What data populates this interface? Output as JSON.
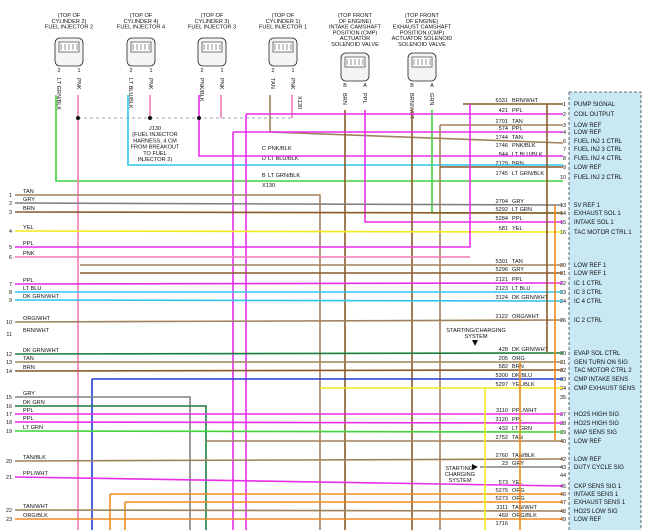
{
  "components": [
    {
      "id": "inj2",
      "lines": [
        "(TOP OF",
        "CYLINDER 2)",
        "FUEL INJECTOR 2"
      ],
      "pins": [
        "2",
        "1"
      ],
      "wires": [
        "LT GRN/BLK",
        "PNK"
      ]
    },
    {
      "id": "inj4",
      "lines": [
        "(TOP OF",
        "CYLINDER 4)",
        "FUEL INJECTOR 4"
      ],
      "pins": [
        "2",
        "1"
      ],
      "wires": [
        "LT BLU/BLK",
        "PNK"
      ]
    },
    {
      "id": "inj3",
      "lines": [
        "(TOP OF",
        "CYLINDER 3)",
        "FUEL INJECTOR 3"
      ],
      "pins": [
        "2",
        "1"
      ],
      "wires": [
        "PNK/BLK",
        "PNK"
      ]
    },
    {
      "id": "inj1",
      "lines": [
        "(TOP OF",
        "CYLINDER 1)",
        "FUEL INJECTOR 1"
      ],
      "pins": [
        "2",
        "1"
      ],
      "wires": [
        "TAN",
        "PNK"
      ]
    },
    {
      "id": "intake_cmp",
      "lines": [
        "(TOP FRONT",
        "OF ENGINE)",
        "INTAKE CAMSHAFT",
        "POSITION (CMP)",
        "ACTUATOR",
        "SOLENOID VALVE"
      ],
      "pins": [
        "B",
        "A"
      ],
      "wires": [
        "BRN",
        "PPL"
      ]
    },
    {
      "id": "exhaust_cmp",
      "lines": [
        "(TOP FRONT",
        "OF ENGINE)",
        "EXHAUST CAMSHAFT",
        "POSITION (CMP)",
        "ACTUATOR SOLENOID",
        "SOLENOID VALVE"
      ],
      "pins": [
        "B",
        "A"
      ],
      "wires": [
        "BRN/WHT",
        "GRN"
      ]
    }
  ],
  "splice_note": [
    "J130",
    "(FUEL INJECTOR",
    "HARNESS, 4 CM",
    "FROM BREAKOUT",
    "TO FUEL",
    "INJECTOR 2)"
  ],
  "inline_connector": {
    "name": "X130",
    "wires": [
      {
        "pin": "C",
        "color": "PNK/BLK"
      },
      {
        "pin": "D",
        "color": "LT BLU/BLK"
      },
      {
        "pin": "B",
        "color": "LT GRN/BLK"
      }
    ],
    "ref": "X130",
    "tan_label": "X130"
  },
  "ecm_rows": [
    {
      "circuit": "6331",
      "color": "BRN/WHT",
      "pin": "1",
      "signal": "PUMP SIGNAL"
    },
    {
      "circuit": "421",
      "color": "PPL",
      "pin": "2",
      "signal": "COIL OUTPUT"
    },
    {
      "circuit": "2701",
      "color": "TAN",
      "pin": "3",
      "signal": "LOW REF"
    },
    {
      "circuit": "574",
      "color": "PPL",
      "pin": "4",
      "signal": "LOW REF"
    },
    {
      "circuit": "1744",
      "color": "TAN",
      "pin": "6",
      "signal": "FUEL INJ 1 CTRL"
    },
    {
      "circuit": "1746",
      "color": "PNK/BLK",
      "pin": "7",
      "signal": "FUEL INJ 3 CTRL"
    },
    {
      "circuit": "844",
      "color": "LT BLU/BLK",
      "pin": "8",
      "signal": "FUEL INJ 4 CTRL"
    },
    {
      "circuit": "2129",
      "color": "BRN",
      "pin": "9",
      "signal": "LOW REF"
    },
    {
      "circuit": "1745",
      "color": "LT GRN/BLK",
      "pin": "10",
      "signal": "FUEL INJ 2 CTRL"
    },
    {
      "circuit": "2704",
      "color": "GRY",
      "pin": "13",
      "signal": "5V REF 1"
    },
    {
      "circuit": "5292",
      "color": "LT GRN",
      "pin": "14",
      "signal": "EXHAUST SOL 1"
    },
    {
      "circuit": "5284",
      "color": "PPL",
      "pin": "15",
      "signal": "INTAKE SOL 1"
    },
    {
      "circuit": "581",
      "color": "YEL",
      "pin": "16",
      "signal": "TAC MOTOR CTRL 1"
    },
    {
      "circuit": "5301",
      "color": "TAN",
      "pin": "20",
      "signal": "LOW REF 1"
    },
    {
      "circuit": "5296",
      "color": "GRY",
      "pin": "21",
      "signal": "LOW REF 1"
    },
    {
      "circuit": "2121",
      "color": "PPL",
      "pin": "22",
      "signal": "IC 1 CTRL"
    },
    {
      "circuit": "2123",
      "color": "LT BLU",
      "pin": "23",
      "signal": "IC 3 CTRL"
    },
    {
      "circuit": "3124",
      "color": "DK GRN/WHT",
      "pin": "24",
      "signal": "IC 4 CTRL"
    },
    {
      "circuit": "2122",
      "color": "ORG/WHT",
      "pin": "26",
      "signal": "IC 2 CTRL"
    },
    {
      "circuit": "428",
      "color": "DK GRN/WHT",
      "pin": "30",
      "signal": "EVAP SOL CTRL"
    },
    {
      "circuit": "205",
      "color": "ORG",
      "pin": "31",
      "signal": "GEN TURN ON SIG"
    },
    {
      "circuit": "582",
      "color": "BRN",
      "pin": "32",
      "signal": "TAC MOTOR CTRL 2"
    },
    {
      "circuit": "5300",
      "color": "DK BLU",
      "pin": "33",
      "signal": "CMP INTAKE SENS"
    },
    {
      "circuit": "5297",
      "color": "YEL/BLK",
      "pin": "34",
      "signal": "CMP EXHAUST SENS"
    },
    {
      "circuit": "",
      "color": "",
      "pin": "35",
      "signal": ""
    },
    {
      "circuit": "3110",
      "color": "PPL/WHT",
      "pin": "37",
      "signal": "HO2S HIGH SIG"
    },
    {
      "circuit": "3120",
      "color": "PPL",
      "pin": "38",
      "signal": "HO2S HIGH SIG"
    },
    {
      "circuit": "432",
      "color": "LT GRN",
      "pin": "39",
      "signal": "MAP SENS SIG"
    },
    {
      "circuit": "2752",
      "color": "TAN",
      "pin": "40",
      "signal": "LOW REF"
    },
    {
      "circuit": "2760",
      "color": "TAN/BLK",
      "pin": "42",
      "signal": "LOW REF"
    },
    {
      "circuit": "23",
      "color": "GRY",
      "pin": "43",
      "signal": "DUTY CYCLE SIG"
    },
    {
      "circuit": "",
      "color": "",
      "pin": "44",
      "signal": ""
    },
    {
      "circuit": "573",
      "color": "YEL",
      "pin": "45",
      "signal": "CKP SENS SIG 1"
    },
    {
      "circuit": "5275",
      "color": "ORG",
      "pin": "46",
      "signal": "INTAKE SENS 1"
    },
    {
      "circuit": "5273",
      "color": "ORG",
      "pin": "47",
      "signal": "EXHAUST SENS 1"
    },
    {
      "circuit": "3111",
      "color": "TAN/WHT",
      "pin": "48",
      "signal": "HO2S LOW SIG"
    },
    {
      "circuit": "469",
      "color": "ORG/BLK",
      "pin": "49",
      "signal": "LOW REF"
    },
    {
      "circuit": "1716",
      "color": "",
      "pin": "",
      "signal": ""
    }
  ],
  "left_wires": [
    {
      "num": "1",
      "color": "TAN"
    },
    {
      "num": "2",
      "color": "GRY"
    },
    {
      "num": "3",
      "color": "BRN"
    },
    {
      "num": "4",
      "color": "YEL"
    },
    {
      "num": "5",
      "color": "PPL"
    },
    {
      "num": "6",
      "color": "PNK"
    },
    {
      "num": "7",
      "color": "PPL"
    },
    {
      "num": "8",
      "color": "LT BLU"
    },
    {
      "num": "9",
      "color": "DK GRN/WHT"
    },
    {
      "num": "10",
      "color": "ORG/WHT"
    },
    {
      "num": "11",
      "color": "BRN/WHT"
    },
    {
      "num": "12",
      "color": "DK GRN/WHT"
    },
    {
      "num": "13",
      "color": "TAN"
    },
    {
      "num": "14",
      "color": "BRN"
    },
    {
      "num": "15",
      "color": "GRY"
    },
    {
      "num": "16",
      "color": "DK GRN"
    },
    {
      "num": "17",
      "color": "PPL"
    },
    {
      "num": "18",
      "color": "PPL"
    },
    {
      "num": "19",
      "color": "LT GRN"
    },
    {
      "num": "20",
      "color": "TAN/BLK"
    },
    {
      "num": "21",
      "color": "PPL/WHT"
    },
    {
      "num": "22",
      "color": "TAN/WHT"
    },
    {
      "num": "23",
      "color": "ORG/BLK"
    }
  ],
  "notes": [
    {
      "id": "charging1",
      "lines": [
        "STARTING/CHARGING",
        "SYSTEM"
      ]
    },
    {
      "id": "charging2",
      "lines": [
        "STARTING/",
        "CHARGING",
        "SYSTEM"
      ]
    }
  ],
  "wire_colors": {
    "TAN": "#a0825a",
    "GRY": "#808080",
    "BRN": "#8b5a2b",
    "YEL": "#f2ea1c",
    "PPL": "#e82ee8",
    "PNK": "#f07ab4",
    "LTBLU": "#2ec6ef",
    "DKGRN": "#1a7f3a",
    "LTGRN": "#41d23c",
    "ORG": "#f08a1e",
    "DKBLU": "#1f3fd0",
    "BLK": "#111111",
    "PPLWHT": "#e0a8e8",
    "TANWHT": "#c8b08c"
  },
  "ecm_box_color": "#c8e8f4"
}
